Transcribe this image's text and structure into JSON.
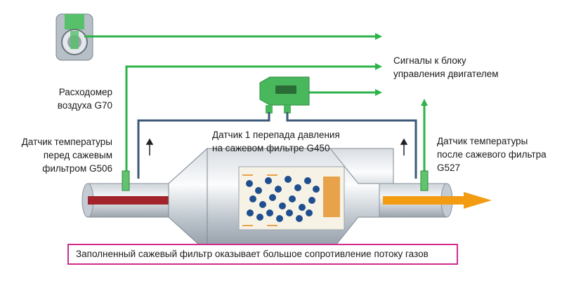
{
  "labels": {
    "maf_sensor": [
      "Расходомер",
      "воздуха G70"
    ],
    "temp_before": [
      "Датчик температуры",
      "перед сажевым",
      "фильтром G506"
    ],
    "pressure_diff": [
      "Датчик 1 перепада давления",
      "на сажевом фильтре G450"
    ],
    "signals": [
      "Сигналы к блоку",
      "управления двигателем"
    ],
    "temp_after": [
      "Датчик температуры",
      "после сажевого фильтра",
      "G527"
    ]
  },
  "caption": "Заполненный сажевый фильтр оказывает большое сопротивление потоку газов",
  "colors": {
    "signal_arrow": "#2db34a",
    "pressure_line": "#3c5a78",
    "caption_border": "#d12b8c",
    "exhaust_in": "#a3232b",
    "exhaust_out": "#f39c12",
    "soot_particle": "#1f4f8f",
    "filter_core": "#e8a34a"
  },
  "icons": [
    "air-mass-meter-icon",
    "pressure-sensor-icon",
    "temperature-probe-icon"
  ]
}
